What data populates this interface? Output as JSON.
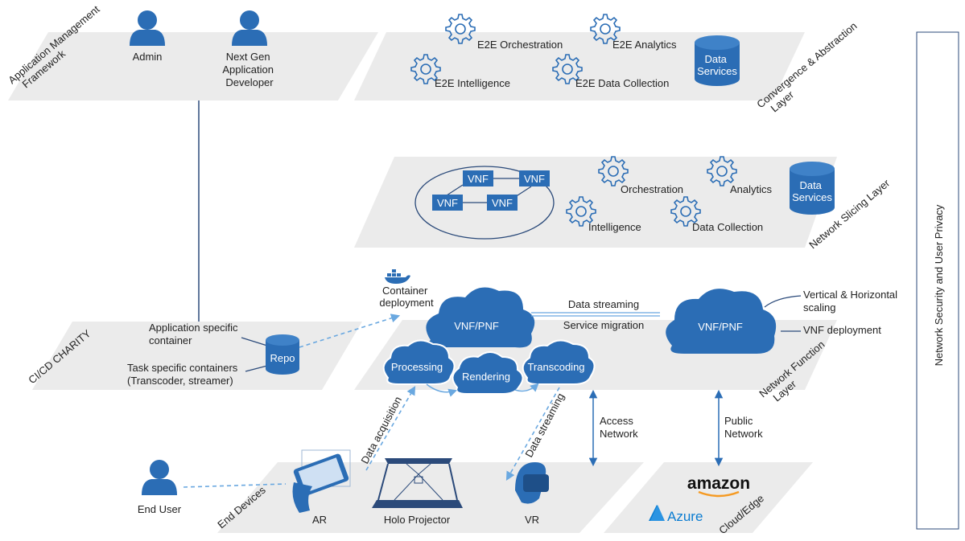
{
  "layers": {
    "app_mgmt": [
      "Application Management",
      "Framework"
    ],
    "convergence": [
      "Convergence & Abstraction",
      "Layer"
    ],
    "slicing": "Network Slicing Layer",
    "cicd": "CI/CD CHARITY",
    "nf_layer": [
      "Network Function",
      "Layer"
    ],
    "end_devices": "End Devices",
    "cloud_edge": "Cloud/Edge"
  },
  "app_mgmt": {
    "admin": "Admin",
    "developer": [
      "Next Gen",
      "Application",
      "Developer"
    ]
  },
  "convergence": {
    "orchestration": "E2E Orchestration",
    "analytics": "E2E Analytics",
    "intelligence": "E2E Intelligence",
    "data_collection": "E2E Data Collection",
    "data_services": [
      "Data",
      "Services"
    ]
  },
  "slicing": {
    "vnf": "VNF",
    "orchestration": "Orchestration",
    "analytics": "Analytics",
    "intelligence": "Intelligence",
    "data_collection": "Data Collection",
    "data_services": [
      "Data",
      "Services"
    ]
  },
  "cicd": {
    "app_container": [
      "Application specific",
      "container"
    ],
    "task_containers": [
      "Task specific containers",
      "(Transcoder, streamer)"
    ],
    "repo": "Repo",
    "container_deployment": [
      "Container",
      "deployment"
    ]
  },
  "nf": {
    "vnf_pnf_left": "VNF/PNF",
    "vnf_pnf_right": "VNF/PNF",
    "processing": "Processing",
    "rendering": "Rendering",
    "transcoding": "Transcoding",
    "data_streaming": "Data streaming",
    "service_migration": "Service migration",
    "scaling": [
      "Vertical & Horizontal",
      "scaling"
    ],
    "vnf_deployment": "VNF deployment",
    "data_acquisition": "Data acquisition",
    "data_streaming_down": "Data streaming",
    "access_network": [
      "Access",
      "Network"
    ],
    "public_network": [
      "Public",
      "Network"
    ]
  },
  "devices": {
    "end_user": "End User",
    "ar": "AR",
    "holo": "Holo Projector",
    "vr": "VR"
  },
  "cloud": {
    "amazon": "amazon",
    "azure": "Azure"
  },
  "sidebar": "Network Security and User Privacy",
  "colors": {
    "accent": "#2b6db5",
    "plane": "#ebebeb",
    "dashed": "#6aa8e0"
  }
}
